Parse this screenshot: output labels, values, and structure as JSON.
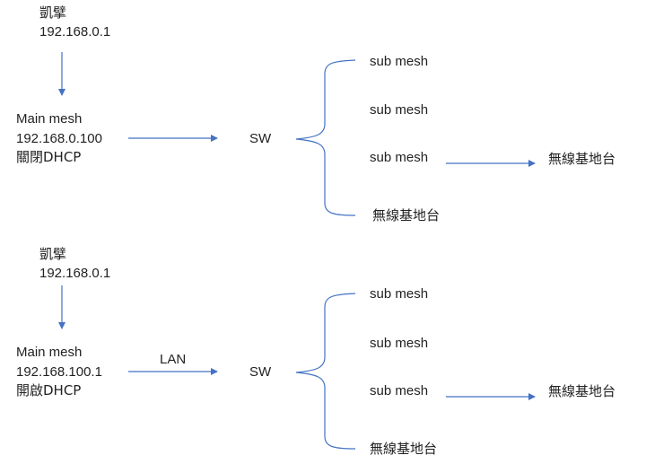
{
  "colors": {
    "connector": "#4472C4",
    "text": "#222222",
    "background": "#ffffff"
  },
  "diagrams": [
    {
      "router": {
        "name": "凱擘",
        "ip": "192.168.0.1"
      },
      "main_mesh": {
        "name": "Main mesh",
        "ip": "192.168.0.100",
        "dhcp": "關閉DHCP"
      },
      "link_label": "",
      "switch": "SW",
      "branches": [
        "sub mesh",
        "sub mesh",
        "sub mesh",
        "無線基地台"
      ],
      "extension": "無線基地台"
    },
    {
      "router": {
        "name": "凱擘",
        "ip": "192.168.0.1"
      },
      "main_mesh": {
        "name": "Main mesh",
        "ip": "192.168.100.1",
        "dhcp": "開啟DHCP"
      },
      "link_label": "LAN",
      "switch": "SW",
      "branches": [
        "sub mesh",
        "sub mesh",
        "sub mesh",
        "無線基地台"
      ],
      "extension": "無線基地台"
    }
  ]
}
